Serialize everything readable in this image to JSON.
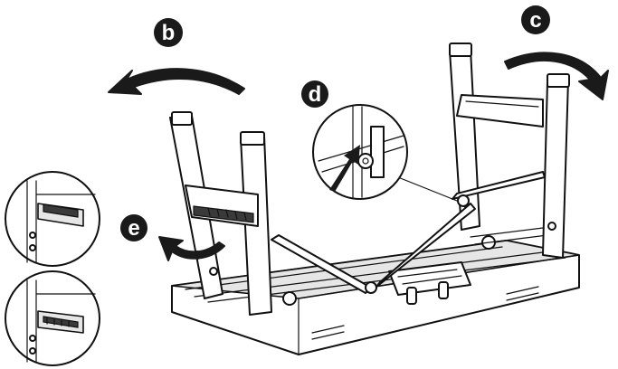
{
  "steps": {
    "b": "b",
    "c": "c",
    "d": "d",
    "e": "e"
  },
  "colors": {
    "line": "#111111",
    "badge": "#1a1a1a",
    "fill": "#ffffff",
    "shade": "#e6e6e6"
  },
  "icons": {
    "rotate_left": "curved-arrow-counterclockwise",
    "rotate_right": "curved-arrow-clockwise",
    "push": "straight-arrow"
  }
}
